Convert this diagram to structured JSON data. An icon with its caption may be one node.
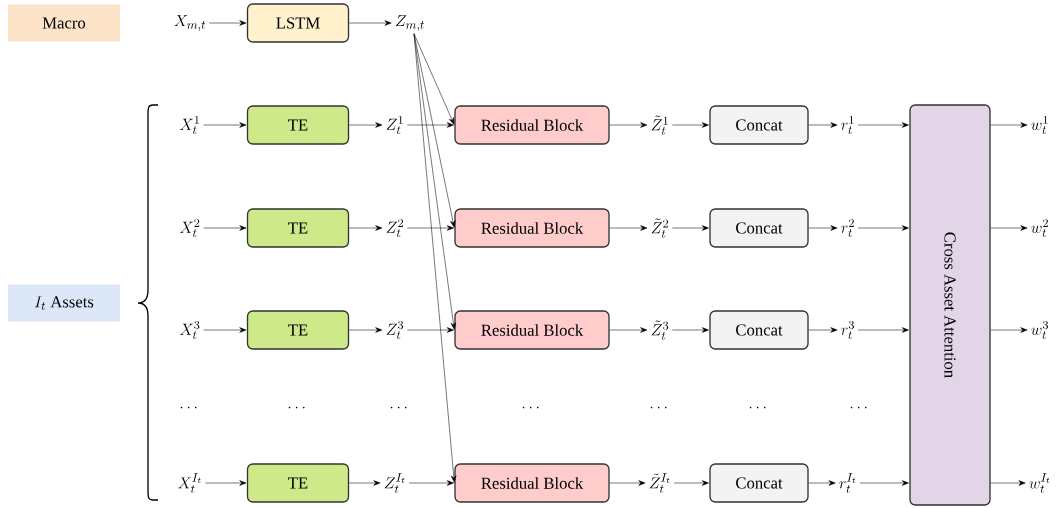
{
  "diagram": {
    "nodes": [
      {
        "text": [
          "\\mathrm{Macro}"
        ]
      },
      {
        "text": [
          "X_{m,t}"
        ]
      },
      {
        "text": [
          "\\mathrm{LSTM}"
        ]
      },
      {
        "text": [
          "Z_{m,t}"
        ]
      },
      {
        "text": [
          "I_t\\ \\mathrm{Assets}"
        ]
      },
      {
        "text": [
          "X_t^{1}"
        ]
      },
      {
        "text": [
          "TE"
        ]
      },
      {
        "text": [
          "Z_t^{1}"
        ]
      },
      {
        "text": [
          "Residual Block"
        ]
      },
      {
        "text": [
          "\\tilde{Z}_t^{1}"
        ]
      },
      {
        "text": [
          "Concat"
        ]
      },
      {
        "text": [
          "r_t^{1}"
        ]
      },
      {
        "text": [
          "w_t^{1}"
        ]
      },
      {
        "text": [
          "X_t^{2}"
        ]
      },
      {
        "text": [
          "TE"
        ]
      },
      {
        "text": [
          "Z_t^{2}"
        ]
      },
      {
        "text": [
          "Residual Block"
        ]
      },
      {
        "text": [
          "\\tilde{Z}_t^{2}"
        ]
      },
      {
        "text": [
          "Concat"
        ]
      },
      {
        "text": [
          "r_t^{2}"
        ]
      },
      {
        "text": [
          "w_t^{2}"
        ]
      },
      {
        "text": [
          "X_t^{3}"
        ]
      },
      {
        "text": [
          "TE"
        ]
      },
      {
        "text": [
          "Z_t^{3}"
        ]
      },
      {
        "text": [
          "Residual Block"
        ]
      },
      {
        "text": [
          "\\tilde{Z}_t^{3}"
        ]
      },
      {
        "text": [
          "Concat"
        ]
      },
      {
        "text": [
          "r_t^{3}"
        ]
      },
      {
        "text": [
          "w_t^{3}"
        ]
      },
      {
        "text": [
          "X_t^{I_t}"
        ]
      },
      {
        "text": [
          "TE"
        ]
      },
      {
        "text": [
          "Z_t^{I_t}"
        ]
      },
      {
        "text": [
          "Residual Block"
        ]
      },
      {
        "text": [
          "\\tilde{Z}_t^{I_t}"
        ]
      },
      {
        "text": [
          "Concat"
        ]
      },
      {
        "text": [
          "r_t^{I_t}"
        ]
      },
      {
        "text": [
          "w_t^{I_t}"
        ]
      },
      {
        "text": [
          "Cross Asset Attention"
        ]
      }
    ],
    "edges": [
      {
        "from": 1,
        "to": 2,
        "arrow": "to"
      },
      {
        "from": 2,
        "to": 3,
        "arrow": "to"
      },
      {
        "from": 5,
        "to": 6,
        "arrow": "to"
      },
      {
        "from": 6,
        "to": 7,
        "arrow": "to"
      },
      {
        "from": 7,
        "to": 8,
        "arrow": "to"
      },
      {
        "from": 3,
        "to": 8,
        "arrow": "to"
      },
      {
        "from": 8,
        "to": 9,
        "arrow": "to"
      },
      {
        "from": 9,
        "to": 10,
        "arrow": "to"
      },
      {
        "from": 10,
        "to": 11,
        "arrow": "to"
      },
      {
        "from": 11,
        "to": 37,
        "arrow": "to"
      },
      {
        "from": 37,
        "to": 12,
        "arrow": "to"
      },
      {
        "from": 13,
        "to": 14,
        "arrow": "to"
      },
      {
        "from": 14,
        "to": 15,
        "arrow": "to"
      },
      {
        "from": 15,
        "to": 16,
        "arrow": "to"
      },
      {
        "from": 3,
        "to": 16,
        "arrow": "to"
      },
      {
        "from": 16,
        "to": 17,
        "arrow": "to"
      },
      {
        "from": 17,
        "to": 18,
        "arrow": "to"
      },
      {
        "from": 18,
        "to": 19,
        "arrow": "to"
      },
      {
        "from": 19,
        "to": 37,
        "arrow": "to"
      },
      {
        "from": 37,
        "to": 20,
        "arrow": "to"
      },
      {
        "from": 21,
        "to": 22,
        "arrow": "to"
      },
      {
        "from": 22,
        "to": 23,
        "arrow": "to"
      },
      {
        "from": 23,
        "to": 24,
        "arrow": "to"
      },
      {
        "from": 3,
        "to": 24,
        "arrow": "to"
      },
      {
        "from": 24,
        "to": 25,
        "arrow": "to"
      },
      {
        "from": 25,
        "to": 26,
        "arrow": "to"
      },
      {
        "from": 26,
        "to": 27,
        "arrow": "to"
      },
      {
        "from": 27,
        "to": 37,
        "arrow": "to"
      },
      {
        "from": 37,
        "to": 28,
        "arrow": "to"
      },
      {
        "from": 29,
        "to": 30,
        "arrow": "to"
      },
      {
        "from": 30,
        "to": 31,
        "arrow": "to"
      },
      {
        "from": 31,
        "to": 32,
        "arrow": "to"
      },
      {
        "from": 3,
        "to": 32,
        "arrow": "to"
      },
      {
        "from": 32,
        "to": 33,
        "arrow": "to"
      },
      {
        "from": 33,
        "to": 34,
        "arrow": "to"
      },
      {
        "from": 34,
        "to": 35,
        "arrow": "to"
      },
      {
        "from": 35,
        "to": 37,
        "arrow": "to"
      },
      {
        "from": 37,
        "to": 36,
        "arrow": "to"
      }
    ],
    "labels": [
      "\\cdots",
      "\\cdots",
      "\\cdots",
      "\\cdots",
      "\\cdots",
      "\\cdots",
      "\\cdots"
    ]
  }
}
